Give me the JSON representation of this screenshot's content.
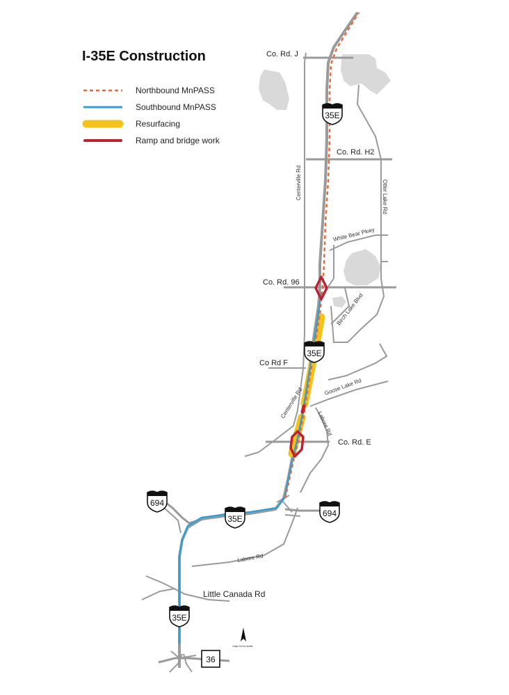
{
  "title": "I-35E Construction",
  "legend": [
    {
      "label": "Northbound MnPASS",
      "color": "#e8693a",
      "style": "dashed"
    },
    {
      "label": "Southbound MnPASS",
      "color": "#2f9fd8",
      "style": "solid"
    },
    {
      "label": "Resurfacing",
      "color": "#f5c21b",
      "style": "thick"
    },
    {
      "label": "Ramp and bridge work",
      "color": "#c0212f",
      "style": "solid"
    }
  ],
  "roads": {
    "co_rd_j": "Co. Rd. J",
    "co_rd_h2": "Co. Rd. H2",
    "centerville_rd": "Centerville Rd",
    "otter_lake_rd": "Otter Lake Rd",
    "white_bear_pkwy": "White Bear Pkwy",
    "co_rd_96": "Co. Rd. 96",
    "birch_lake_blvd": "Birch Lake Blvd",
    "co_rd_f": "Co Rd F",
    "goose_lake_rd": "Goose Lake Rd",
    "centerville_rd_south": "Centerville Rd",
    "labore_rd": "Labore Rd",
    "co_rd_e": "Co. Rd. E",
    "labore_rd_south": "Labore Rd",
    "little_canada_rd": "Little Canada Rd"
  },
  "shields": {
    "i35e_north": "35E",
    "i35e_mid": "35E",
    "i35e_south_junction": "35E",
    "i35e_bottom": "35E",
    "i694_west": "694",
    "i694_east": "694",
    "hwy36": "36"
  },
  "scale_note": "map not to scale",
  "colors": {
    "road": "#9a9a9a",
    "lake": "#d9d9d9",
    "northbound": "#e8693a",
    "southbound": "#2f9fd8",
    "resurfacing": "#f5c21b",
    "ramp_work": "#c0212f"
  }
}
